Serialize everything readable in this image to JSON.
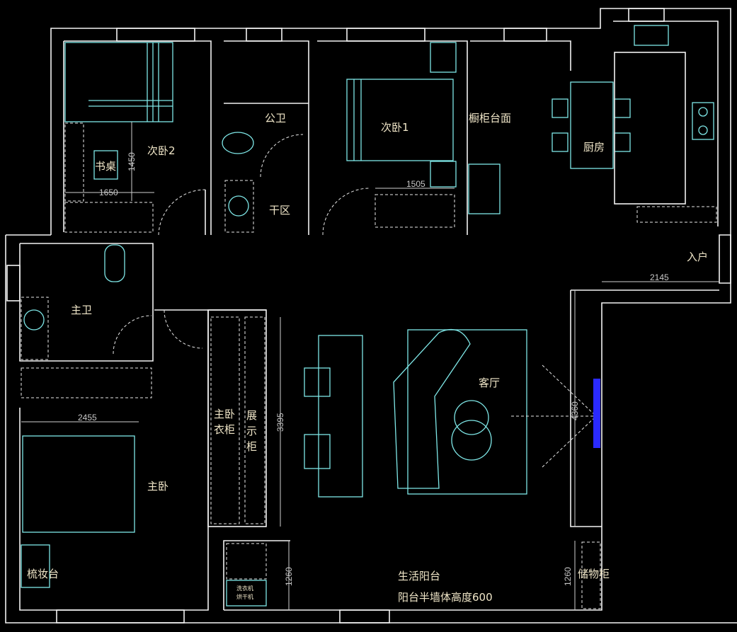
{
  "rooms": {
    "bedroom2": "次卧2",
    "desk": "书桌",
    "public_bath": "公卫",
    "dry_area": "干区",
    "bedroom1": "次卧1",
    "cabinet_counter": "橱柜台面",
    "kitchen": "厨房",
    "entrance": "入户",
    "master_bath": "主卫",
    "master_bedroom": "主卧",
    "wardrobe_line1": "主卧",
    "wardrobe_line2": "衣柜",
    "display_cabinet": [
      "展",
      "示",
      "柜"
    ],
    "living_room": "客厅",
    "dresser": "梳妆台",
    "balcony": "生活阳台",
    "balcony_note": "阳台半墙体高度600",
    "storage": "储物柜",
    "washer": "洗衣机",
    "dryer": "烘干机"
  },
  "dimensions": {
    "bed2_height": "1450",
    "bed2_width": "1650",
    "bed1_width": "1505",
    "entry_width": "2145",
    "master_width": "2455",
    "wardrobe_len": "3395",
    "tv_wall": "4360",
    "balcony_left": "1260",
    "balcony_right": "1260"
  },
  "colors": {
    "background": "#000000",
    "wall": "#f2f2f2",
    "furniture": "#7fe8e8",
    "text": "#f0e6c8",
    "tv": "#2a2aff"
  }
}
